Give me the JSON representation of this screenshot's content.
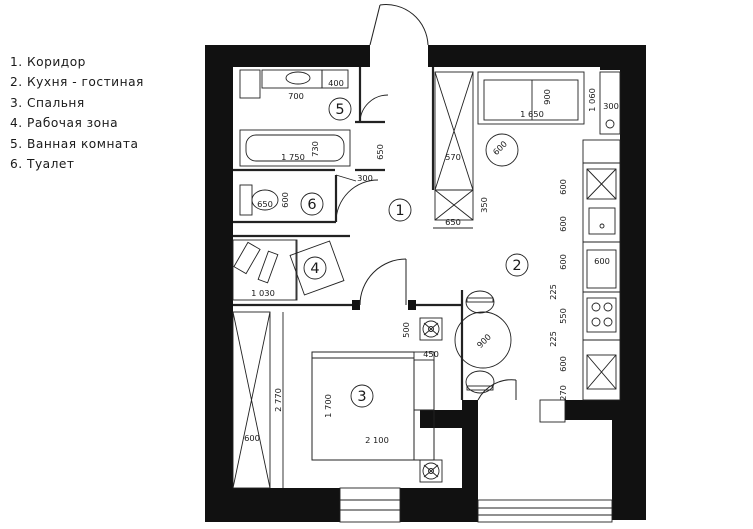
{
  "legend": [
    "1. Коридор",
    "2. Кухня - гостиная",
    "3. Спальня",
    "4. Рабочая зона",
    "5. Ванная комната",
    "6. Туалет"
  ],
  "room_numbers": {
    "corridor": "1",
    "kitchen_living": "2",
    "bedroom": "3",
    "workspace": "4",
    "bathroom": "5",
    "toilet": "6"
  },
  "dimensions": {
    "bath_sink_width": "700",
    "bath_sink_depth": "400",
    "bathtub_length": "1 750",
    "bathtub_width": "730",
    "bath_door_zone": "650",
    "toilet_depth": "300",
    "toilet_width": "650",
    "toilet_length": "600",
    "wardrobe_width": "570",
    "wardrobe_depth": "650",
    "wardrobe_side": "350",
    "sofa_length": "1 650",
    "sofa_depth": "900",
    "fridge_depth": "1 060",
    "fridge_width": "300",
    "coffee_table": "600",
    "kitchen_module_1": "600",
    "kitchen_module_2": "600",
    "kitchen_module_3": "600",
    "kitchen_counter_depth": "600",
    "kitchen_gap_1": "225",
    "kitchen_module_4": "550",
    "kitchen_gap_2": "225",
    "kitchen_module_5": "600",
    "kitchen_end": "270",
    "dining_table": "900",
    "desk_length": "1 030",
    "bed_width": "2 100",
    "bed_length": "1 700",
    "heater_depth": "500",
    "heater_width": "450",
    "bedroom_closet_length": "2 770",
    "bedroom_closet_depth": "600"
  },
  "colors": {
    "wall": "#111111",
    "line": "#222222",
    "text": "#1a1a1a",
    "background": "#ffffff"
  },
  "icons": [
    "door-arc-icon",
    "fan-icon",
    "sink-icon",
    "stove-icon"
  ]
}
